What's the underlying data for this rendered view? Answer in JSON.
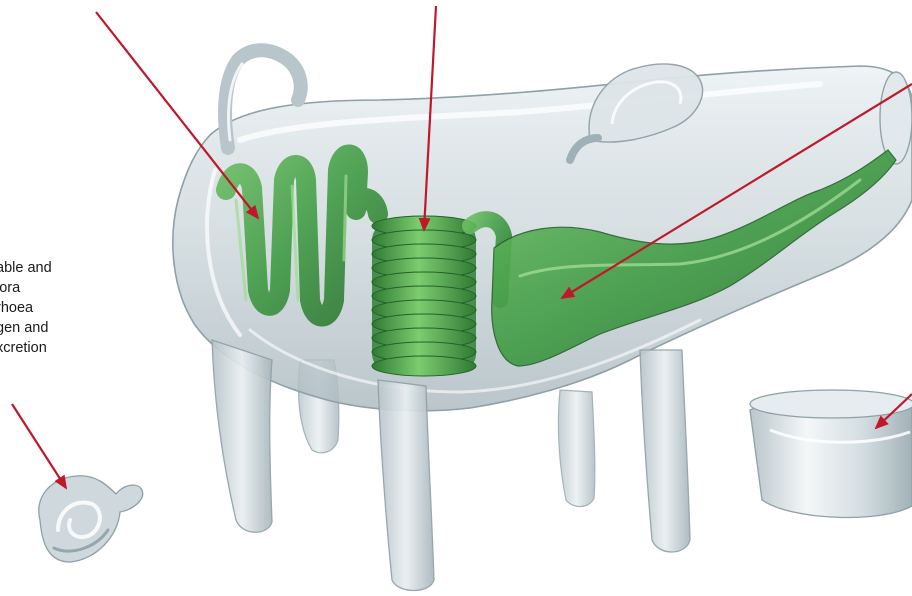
{
  "side_note": {
    "lines": [
      "able and",
      "lora",
      "rhoea",
      "gen and",
      "xcretion"
    ]
  },
  "colors": {
    "arrow": "#c0182b",
    "gut_green": "#3f9a43",
    "gut_green_dark": "#2c7231",
    "glass_body": "#cdd7db",
    "glass_edge": "#8fa0a6",
    "glass_highlight": "#ffffff"
  }
}
